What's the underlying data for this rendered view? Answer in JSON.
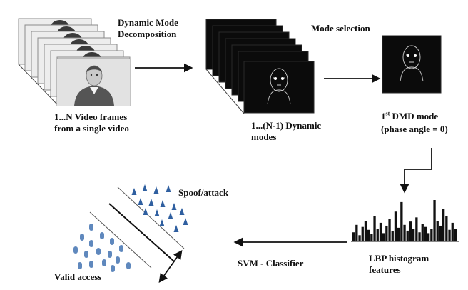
{
  "labels": {
    "dmd_line1": "Dynamic Mode",
    "dmd_line2": "Decomposition",
    "mode_selection": "Mode selection",
    "frames_line1": "1...N Video frames",
    "frames_line2": "from a single video",
    "modes_line1": "1...(N-1) Dynamic",
    "modes_line2": "modes",
    "first_mode_number": "1",
    "first_mode_superscript": "st",
    "first_mode_rest": " DMD mode",
    "first_mode_line2": "(phase angle = 0)",
    "lbp_line1": "LBP histogram",
    "lbp_line2": "features",
    "svm": "SVM - Classifier",
    "spoof": "Spoof/attack",
    "valid": "Valid access"
  },
  "histogram": {
    "bar_heights_relative": [
      0.22,
      0.4,
      0.15,
      0.35,
      0.5,
      0.28,
      0.18,
      0.62,
      0.3,
      0.45,
      0.2,
      0.38,
      0.55,
      0.25,
      0.72,
      0.33,
      0.95,
      0.4,
      0.26,
      0.48,
      0.3,
      0.58,
      0.22,
      0.42,
      0.35,
      0.2,
      0.3,
      1.0,
      0.5,
      0.38,
      0.78,
      0.62,
      0.28,
      0.45,
      0.3
    ]
  },
  "colors": {
    "ink": "#111111",
    "frame_border": "#8a8a8a",
    "dark_frame": "#0b0b0b",
    "edge_line": "#cfcfcf",
    "spoof_marker": "#2f5fa0",
    "valid_marker": "#5f88bd"
  }
}
